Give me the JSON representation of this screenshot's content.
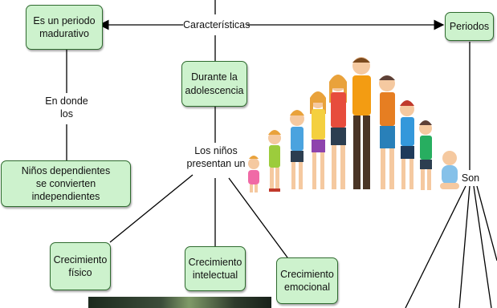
{
  "nodes": {
    "periodo_madurativo": "Es un periodo\nmadurativo",
    "adolescencia": "Durante la\nadolescencia",
    "periodos": "Periodos",
    "ninos_dependientes": "Niños dependientes\nse convierten independientes",
    "crecimiento_fisico": "Crecimiento\nfísico",
    "crecimiento_intelectual": "Crecimiento\nintelectual",
    "crecimiento_emocional": "Crecimiento\nemocional"
  },
  "labels": {
    "caracteristicas": "Características",
    "en_donde_los": "En donde\nlos",
    "los_ninos_presentan": "Los niños\npresentan un",
    "son": "Son"
  },
  "colors": {
    "node_fill": "#cdf2cd",
    "node_border": "#2f6b2f",
    "line": "#000000"
  },
  "image": {
    "subject": "children-growth-illustration"
  }
}
